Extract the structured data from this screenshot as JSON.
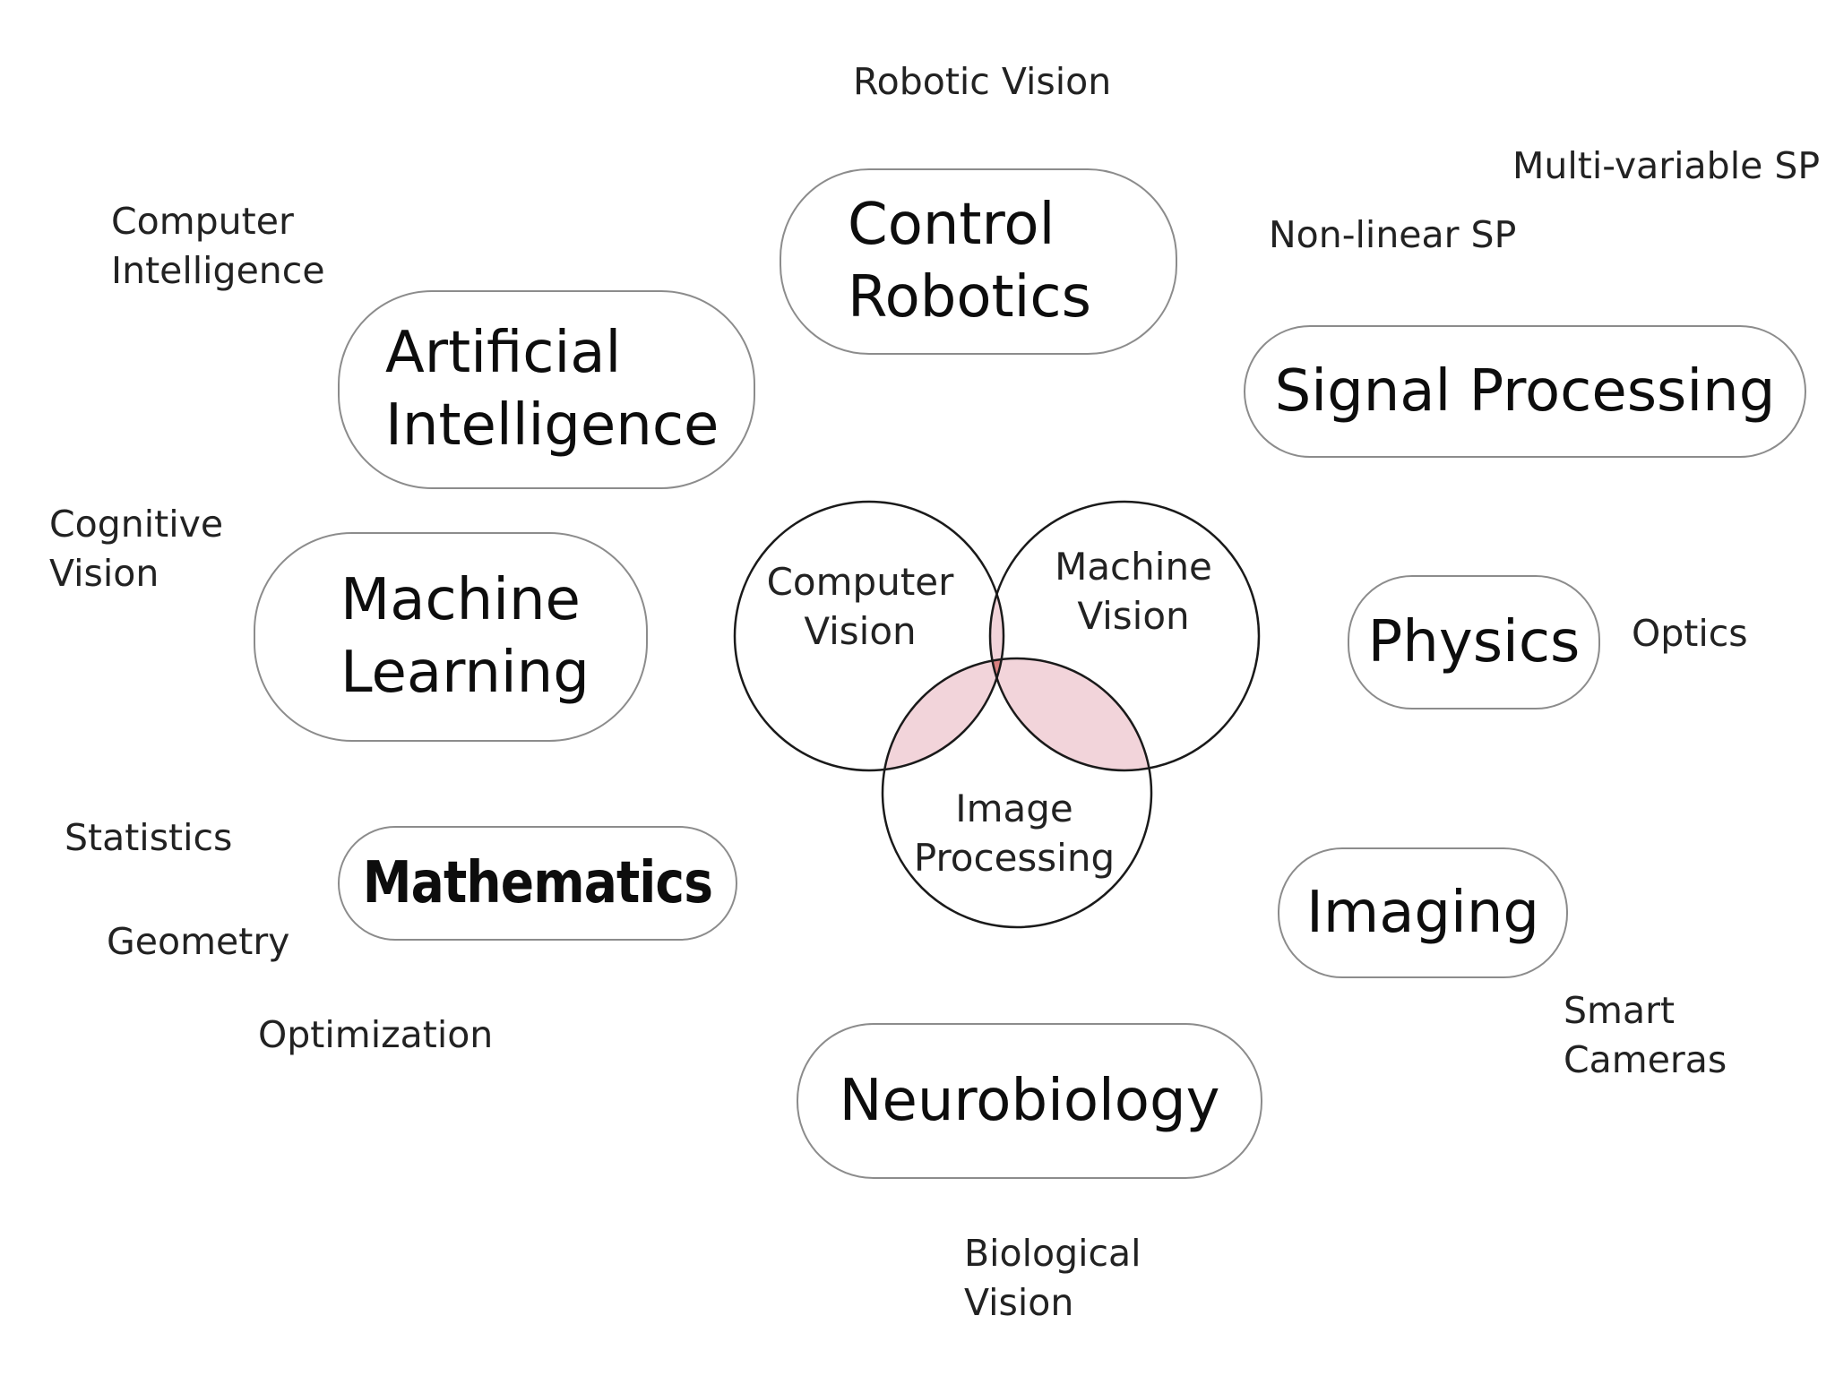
{
  "diagram": {
    "domains": {
      "control_robotics": [
        "Control",
        "Robotics"
      ],
      "artificial_intelligence": [
        "Artificial",
        "Intelligence"
      ],
      "signal_processing": "Signal Processing",
      "machine_learning": [
        "Machine",
        "Learning"
      ],
      "physics": "Physics",
      "mathematics": "Mathematics",
      "imaging": "Imaging",
      "neurobiology": "Neurobiology"
    },
    "related_terms": {
      "robotic_vision": "Robotic Vision",
      "multi_variable_sp": "Multi-variable SP",
      "non_linear_sp": "Non-linear SP",
      "computer_intelligence": [
        "Computer",
        "Intelligence"
      ],
      "cognitive_vision": [
        "Cognitive",
        "Vision"
      ],
      "optics": "Optics",
      "statistics": "Statistics",
      "geometry": "Geometry",
      "optimization": "Optimization",
      "smart_cameras": [
        "Smart",
        "Cameras"
      ],
      "biological_vision": [
        "Biological",
        "Vision"
      ]
    },
    "venn": {
      "computer_vision": [
        "Computer",
        "Vision"
      ],
      "machine_vision": [
        "Machine",
        "Vision"
      ],
      "image_processing": [
        "Image",
        "Processing"
      ]
    },
    "colors": {
      "pairwise_overlap": "#f2d4da",
      "triple_overlap": "#d98080",
      "circle_stroke": "#1a1a1a",
      "box_border": "#8c8c8c"
    }
  }
}
